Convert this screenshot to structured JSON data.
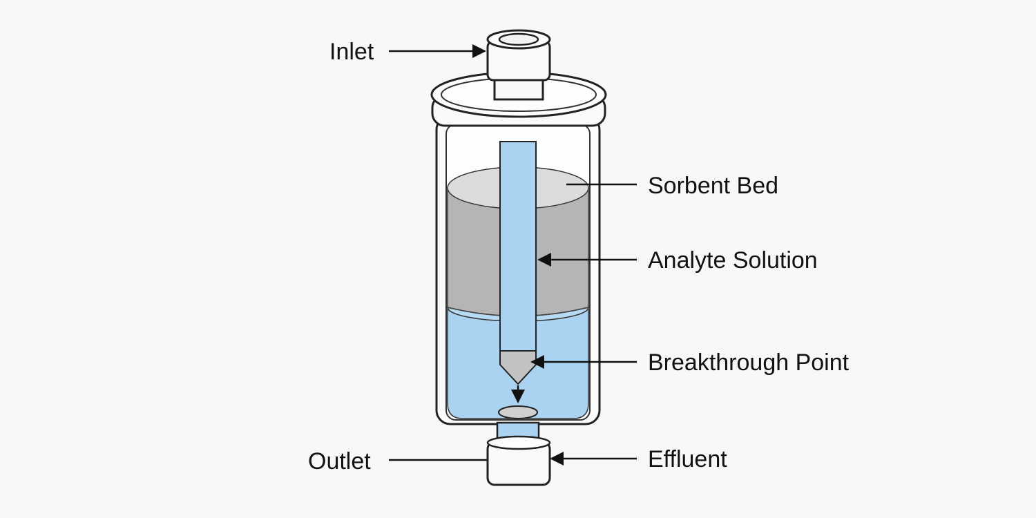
{
  "labels": {
    "inlet": "Inlet",
    "sorbent_bed": "Sorbent Bed",
    "analyte_solution": "Analyte Solution",
    "breakthrough_point": "Breakthrough Point",
    "outlet": "Outlet",
    "effluent": "Effluent"
  },
  "colors": {
    "background": "#f8f8f6",
    "liquid": "#a9d3f0",
    "sorbent": "#b8b8b8",
    "sorbent_top": "#dcdcdc",
    "outline": "#222222"
  }
}
